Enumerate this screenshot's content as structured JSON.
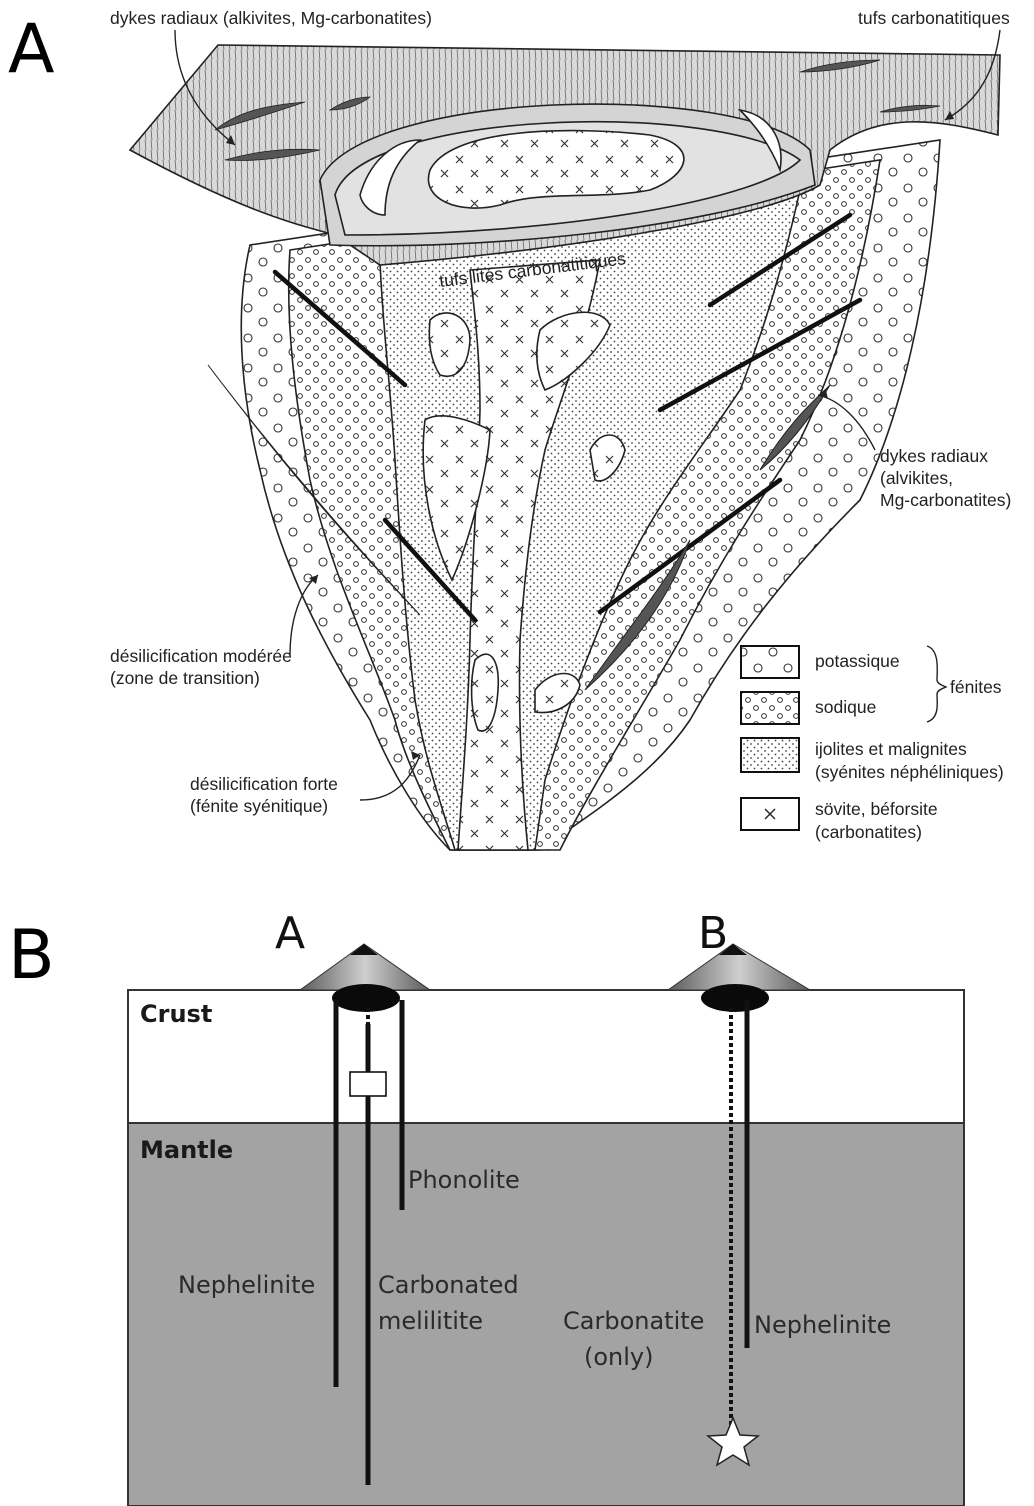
{
  "panels": {
    "a": {
      "letter": "A",
      "labels": {
        "dykes_top_left": "dykes radiaux (alkivites, Mg-carbonatites)",
        "tufs_top_right": "tufs carbonatitiques",
        "tufs_lites": "tufs lités carbonatitiques",
        "dykes_right": [
          "dykes radiaux",
          "(alvikites,",
          "Mg-carbonatites)"
        ],
        "desil_moderee": [
          "désilicification modérée",
          "(zone de transition)"
        ],
        "desil_forte": [
          "désilicification forte",
          "(fénite syénitique)"
        ]
      },
      "legend": {
        "group_label": "fénites",
        "items": [
          {
            "pattern": "open-circles",
            "lines": [
              "potassique"
            ]
          },
          {
            "pattern": "small-circles",
            "lines": [
              "sodique"
            ]
          },
          {
            "pattern": "dots",
            "lines": [
              "ijolites et malignites",
              "(syénites néphéliniques)"
            ]
          },
          {
            "pattern": "crosses",
            "lines": [
              "sövite, béforsite",
              "(carbonatites)"
            ]
          }
        ]
      }
    },
    "b": {
      "letter": "B",
      "sites": [
        "A",
        "B"
      ],
      "layers": {
        "crust": "Crust",
        "mantle": "Mantle"
      },
      "labels": {
        "phonolite": "Phonolite",
        "nephelinite_a": "Nephelinite",
        "carbonated_melilitite": [
          "Carbonated",
          "melilitite"
        ],
        "carbonatite_only": [
          "Carbonatite",
          "(only)"
        ],
        "nephelinite_b": "Nephelinite"
      },
      "colors": {
        "crust": "#ffffff",
        "mantle": "#a3a3a3"
      }
    }
  }
}
